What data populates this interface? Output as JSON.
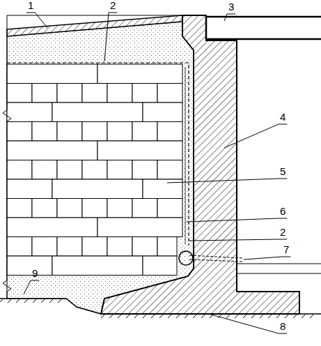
{
  "diagram": {
    "labels": [
      "1",
      "2",
      "3",
      "4",
      "5",
      "6",
      "2",
      "7",
      "8",
      "9"
    ]
  }
}
